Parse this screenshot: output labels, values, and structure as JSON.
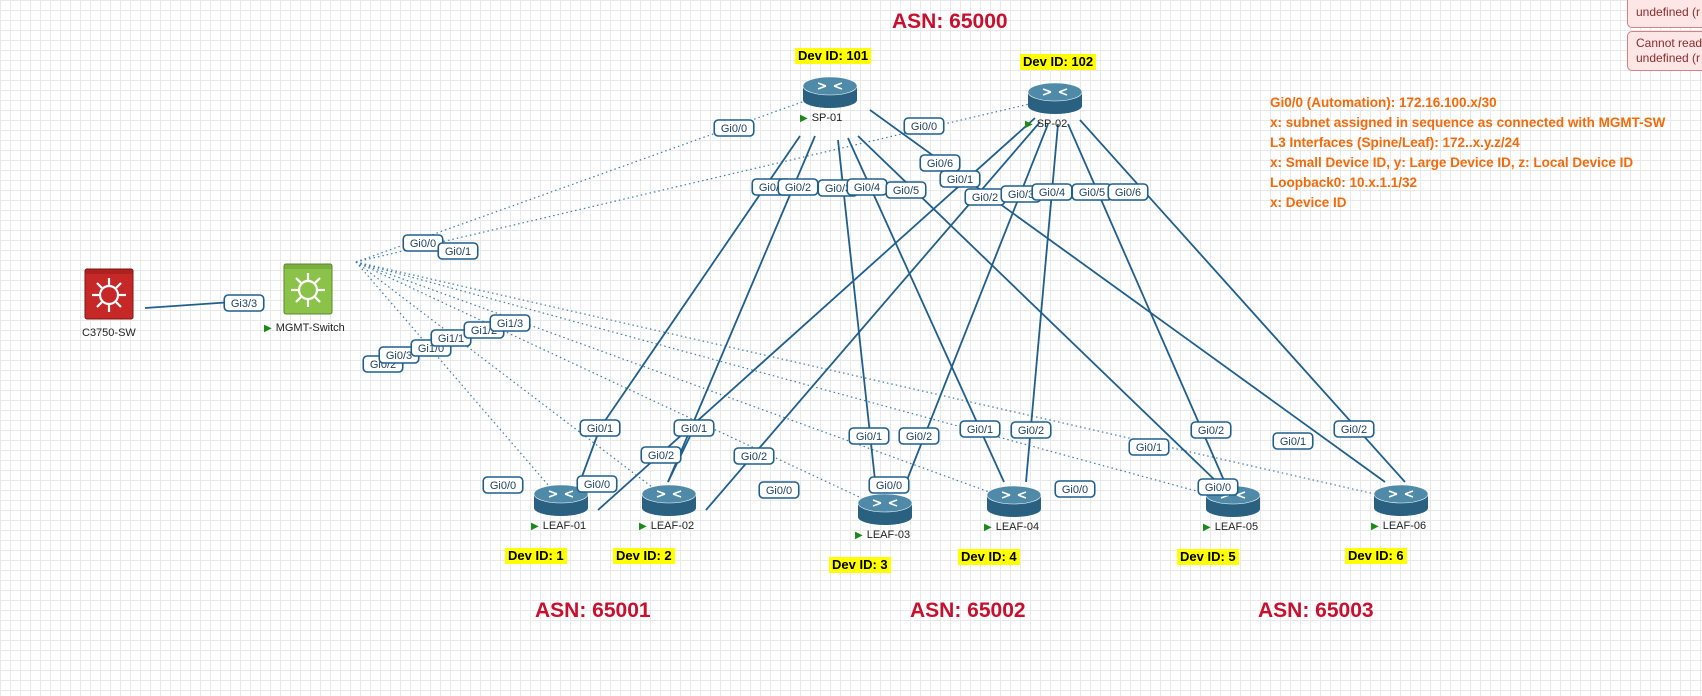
{
  "asn_labels": [
    "ASN: 65000",
    "ASN: 65001",
    "ASN: 65002",
    "ASN: 65003"
  ],
  "notes": [
    "Gi0/0 (Automation): 172.16.100.x/30",
    "x: subnet assigned in sequence as connected with MGMT-SW",
    "L3 Interfaces (Spine/Leaf): 172..x.y.z/24",
    "x: Small Device ID, y: Large Device ID, z: Local Device ID",
    "Loopback0: 10.x.1.1/32",
    "x: Device ID"
  ],
  "errors": [
    [
      "undefined (r"
    ],
    [
      "Cannot read",
      "undefined (r"
    ]
  ],
  "colors": {
    "asn": "#c8102e",
    "notes": "#f26a0a",
    "link": "#1f5f8b",
    "mgmt_link": "#3a7bb0",
    "router": "#2b6180",
    "router_top": "#4f8aa8",
    "mgmt_switch": "#8bc34a",
    "core_switch": "#c62828",
    "devid_bg": "#ffff00"
  },
  "nodes": [
    {
      "id": "c3750",
      "name": "C3750-SW",
      "type": "core-switch",
      "running": false
    },
    {
      "id": "mgmt",
      "name": "MGMT-Switch",
      "type": "mgmt-switch",
      "running": true
    },
    {
      "id": "sp01",
      "name": "SP-01",
      "type": "router",
      "running": true,
      "dev_id": "Dev ID: 101"
    },
    {
      "id": "sp02",
      "name": "SP-02",
      "type": "router",
      "running": true,
      "dev_id": "Dev ID: 102"
    },
    {
      "id": "leaf01",
      "name": "LEAF-01",
      "type": "router",
      "running": true,
      "dev_id": "Dev ID: 1"
    },
    {
      "id": "leaf02",
      "name": "LEAF-02",
      "type": "router",
      "running": true,
      "dev_id": "Dev ID: 2"
    },
    {
      "id": "leaf03",
      "name": "LEAF-03",
      "type": "router",
      "running": true,
      "dev_id": "Dev ID: 3"
    },
    {
      "id": "leaf04",
      "name": "LEAF-04",
      "type": "router",
      "running": true,
      "dev_id": "Dev ID: 4"
    },
    {
      "id": "leaf05",
      "name": "LEAF-05",
      "type": "router",
      "running": true,
      "dev_id": "Dev ID: 5"
    },
    {
      "id": "leaf06",
      "name": "LEAF-06",
      "type": "router",
      "running": true,
      "dev_id": "Dev ID: 6"
    }
  ],
  "links": [
    {
      "from": "c3750",
      "to": "mgmt",
      "style": "solid",
      "a_label": "Gi3/3"
    },
    {
      "from": "mgmt",
      "to": "sp01",
      "style": "dotted",
      "a_label": "Gi0/0",
      "b_label": "Gi0/0"
    },
    {
      "from": "mgmt",
      "to": "sp02",
      "style": "dotted",
      "a_label": "Gi0/1",
      "b_label": "Gi0/0"
    },
    {
      "from": "mgmt",
      "to": "leaf01",
      "style": "dotted",
      "a_label": "Gi0/2",
      "b_label": "Gi0/0"
    },
    {
      "from": "mgmt",
      "to": "leaf02",
      "style": "dotted",
      "a_label": "Gi0/3",
      "b_label": "Gi0/0"
    },
    {
      "from": "mgmt",
      "to": "leaf03",
      "style": "dotted",
      "a_label": "Gi1/0",
      "b_label": "Gi0/0"
    },
    {
      "from": "mgmt",
      "to": "leaf04",
      "style": "dotted",
      "a_label": "Gi1/1",
      "b_label": "Gi0/0"
    },
    {
      "from": "mgmt",
      "to": "leaf05",
      "style": "dotted",
      "a_label": "Gi1/2",
      "b_label": "Gi0/0"
    },
    {
      "from": "mgmt",
      "to": "leaf06",
      "style": "dotted",
      "a_label": "Gi1/3",
      "b_label": "Gi0/0"
    },
    {
      "from": "sp01",
      "to": "leaf01",
      "style": "solid",
      "a_label": "Gi0/1",
      "b_label": "Gi0/1"
    },
    {
      "from": "sp01",
      "to": "leaf02",
      "style": "solid",
      "a_label": "Gi0/2",
      "b_label": "Gi0/1"
    },
    {
      "from": "sp01",
      "to": "leaf03",
      "style": "solid",
      "a_label": "Gi0/3",
      "b_label": "Gi0/1"
    },
    {
      "from": "sp01",
      "to": "leaf04",
      "style": "solid",
      "a_label": "Gi0/4",
      "b_label": "Gi0/1"
    },
    {
      "from": "sp01",
      "to": "leaf05",
      "style": "solid",
      "a_label": "Gi0/5",
      "b_label": "Gi0/1"
    },
    {
      "from": "sp01",
      "to": "leaf06",
      "style": "solid",
      "a_label": "Gi0/6",
      "b_label": "Gi0/1"
    },
    {
      "from": "sp02",
      "to": "leaf01",
      "style": "solid",
      "a_label": "Gi0/1",
      "b_label": "Gi0/2"
    },
    {
      "from": "sp02",
      "to": "leaf02",
      "style": "solid",
      "a_label": "Gi0/2",
      "b_label": "Gi0/2"
    },
    {
      "from": "sp02",
      "to": "leaf03",
      "style": "solid",
      "a_label": "Gi0/3",
      "b_label": "Gi0/2"
    },
    {
      "from": "sp02",
      "to": "leaf04",
      "style": "solid",
      "a_label": "Gi0/4",
      "b_label": "Gi0/2"
    },
    {
      "from": "sp02",
      "to": "leaf05",
      "style": "solid",
      "a_label": "Gi0/5",
      "b_label": "Gi0/2"
    },
    {
      "from": "sp02",
      "to": "leaf06",
      "style": "solid",
      "a_label": "Gi0/6",
      "b_label": "Gi0/2"
    }
  ]
}
